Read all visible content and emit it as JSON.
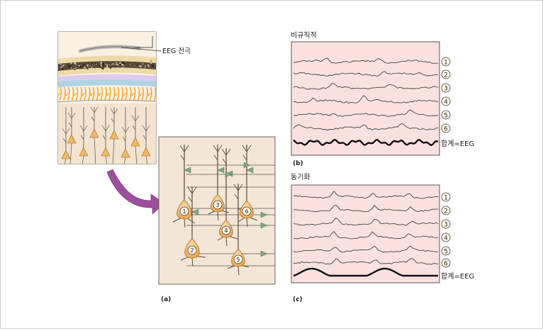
{
  "figure": {
    "electrode_label": "EEG 전극",
    "panel_a_label": "(a)",
    "neuron_numbers": [
      "1",
      "2",
      "3",
      "4",
      "5",
      "6"
    ]
  },
  "panel_b": {
    "title": "비규칙적",
    "label": "(b)",
    "trace_numbers": [
      "1",
      "2",
      "3",
      "4",
      "5",
      "6"
    ],
    "sum_label": "합계=EEG"
  },
  "panel_c": {
    "title": "동기화",
    "label": "(c)",
    "trace_numbers": [
      "1",
      "2",
      "3",
      "4",
      "5",
      "6"
    ],
    "sum_label": "합계=EEG"
  },
  "colors": {
    "trace_background": "#f8e1de",
    "tissue_panel_background": "#f4e6d6",
    "neuron_fill": "#f1b865",
    "synapse_green": "#7fa887",
    "arrow_purple": "#9b4f9c",
    "scalp_yellow": "#eed9a9",
    "dura_blue": "#aed5e1",
    "vessel_orange": "#f3aa3c"
  }
}
